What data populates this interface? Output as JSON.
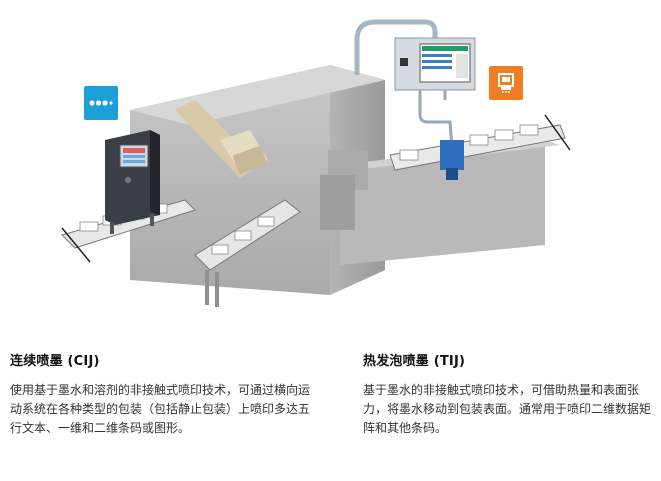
{
  "cij": {
    "title": "连续喷墨 (CIJ)",
    "description": "使用基于墨水和溶剂的非接触式喷印技术，可通过横向运动系统在各种类型的包装（包括静止包装）上喷印多达五行文本、一维和二维条码或图形。",
    "icon": "dots-icon",
    "color": "#1b9fd6"
  },
  "tij": {
    "title": "热发泡喷墨 (TIJ)",
    "description": "基于墨水的非接触式喷印技术，可借助热量和表面张力，将墨水移动到包装表面。通常用于喷印二维数据矩阵和其他条码。",
    "icon": "cartridge-icon",
    "color": "#ef7d22"
  }
}
